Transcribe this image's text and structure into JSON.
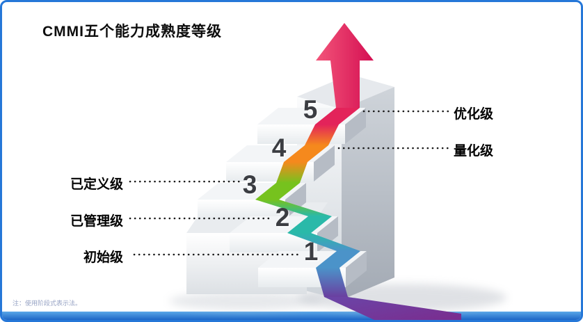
{
  "slide": {
    "title": "CMMI五个能力成熟度等级",
    "footnote": "注：使用阶段式表示法。"
  },
  "diagram": {
    "levels": [
      {
        "number": "1",
        "label": "初始级",
        "side": "left",
        "color": "#4b93c9"
      },
      {
        "number": "2",
        "label": "已管理级",
        "side": "left",
        "color": "#2ab9a9"
      },
      {
        "number": "3",
        "label": "已定义级",
        "side": "left",
        "color": "#76c21e"
      },
      {
        "number": "4",
        "label": "量化级",
        "side": "right",
        "color": "#f5891d"
      },
      {
        "number": "5",
        "label": "优化级",
        "side": "right",
        "color": "#e3235a"
      }
    ],
    "arrow_color": "#d91a55",
    "ribbon_tail_color": "#6a3fa0",
    "accent_border_color": "#2577d8",
    "bottom_bar_color": "#2b7ad6"
  }
}
